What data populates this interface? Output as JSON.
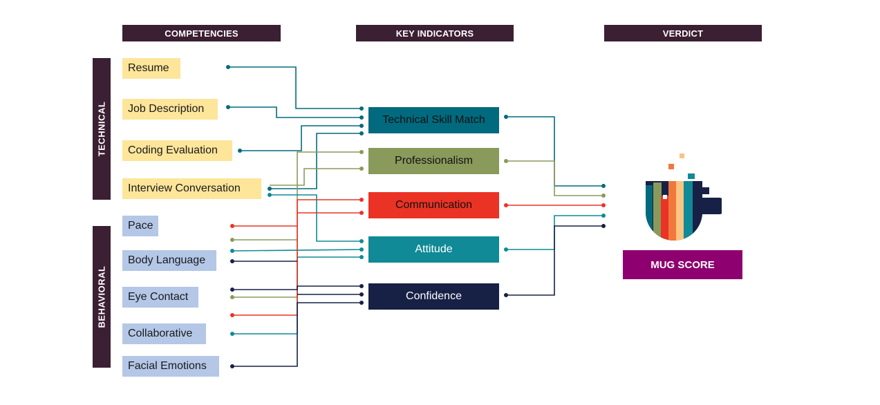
{
  "headers": {
    "competencies": "COMPETENCIES",
    "key_indicators": "KEY INDICATORS",
    "verdict": "VERDICT"
  },
  "groups": {
    "technical": "TECHNICAL",
    "behavioral": "BEHAVIORAL"
  },
  "technical_items": [
    "Resume",
    "Job Description",
    "Coding Evaluation",
    "Interview Conversation"
  ],
  "behavioral_items": [
    "Pace",
    "Body Language",
    "Eye Contact",
    "Collaborative",
    "Facial Emotions"
  ],
  "indicators": [
    {
      "label": "Technical Skill Match",
      "color": "#016a7e",
      "text_color": "#111111"
    },
    {
      "label": "Professionalism",
      "color": "#8a9a5b",
      "text_color": "#111111"
    },
    {
      "label": "Communication",
      "color": "#ea3325",
      "text_color": "#111111"
    },
    {
      "label": "Attitude",
      "color": "#0f8a96",
      "text_color": "#ffffff"
    },
    {
      "label": "Confidence",
      "color": "#172045",
      "text_color": "#ffffff"
    }
  ],
  "verdict": {
    "button": "MUG SCORE",
    "button_color": "#8e006f",
    "logo": "mug-score-logo"
  },
  "colors": {
    "header_bg": "#3b1f33",
    "technical_box": "#fde59a",
    "behavioral_box": "#b4c7e7",
    "wire_teal": "#016a7e",
    "wire_olive": "#8a9a5b",
    "wire_red": "#ea3325",
    "wire_cyan": "#0f8a96",
    "wire_navy": "#172045"
  }
}
